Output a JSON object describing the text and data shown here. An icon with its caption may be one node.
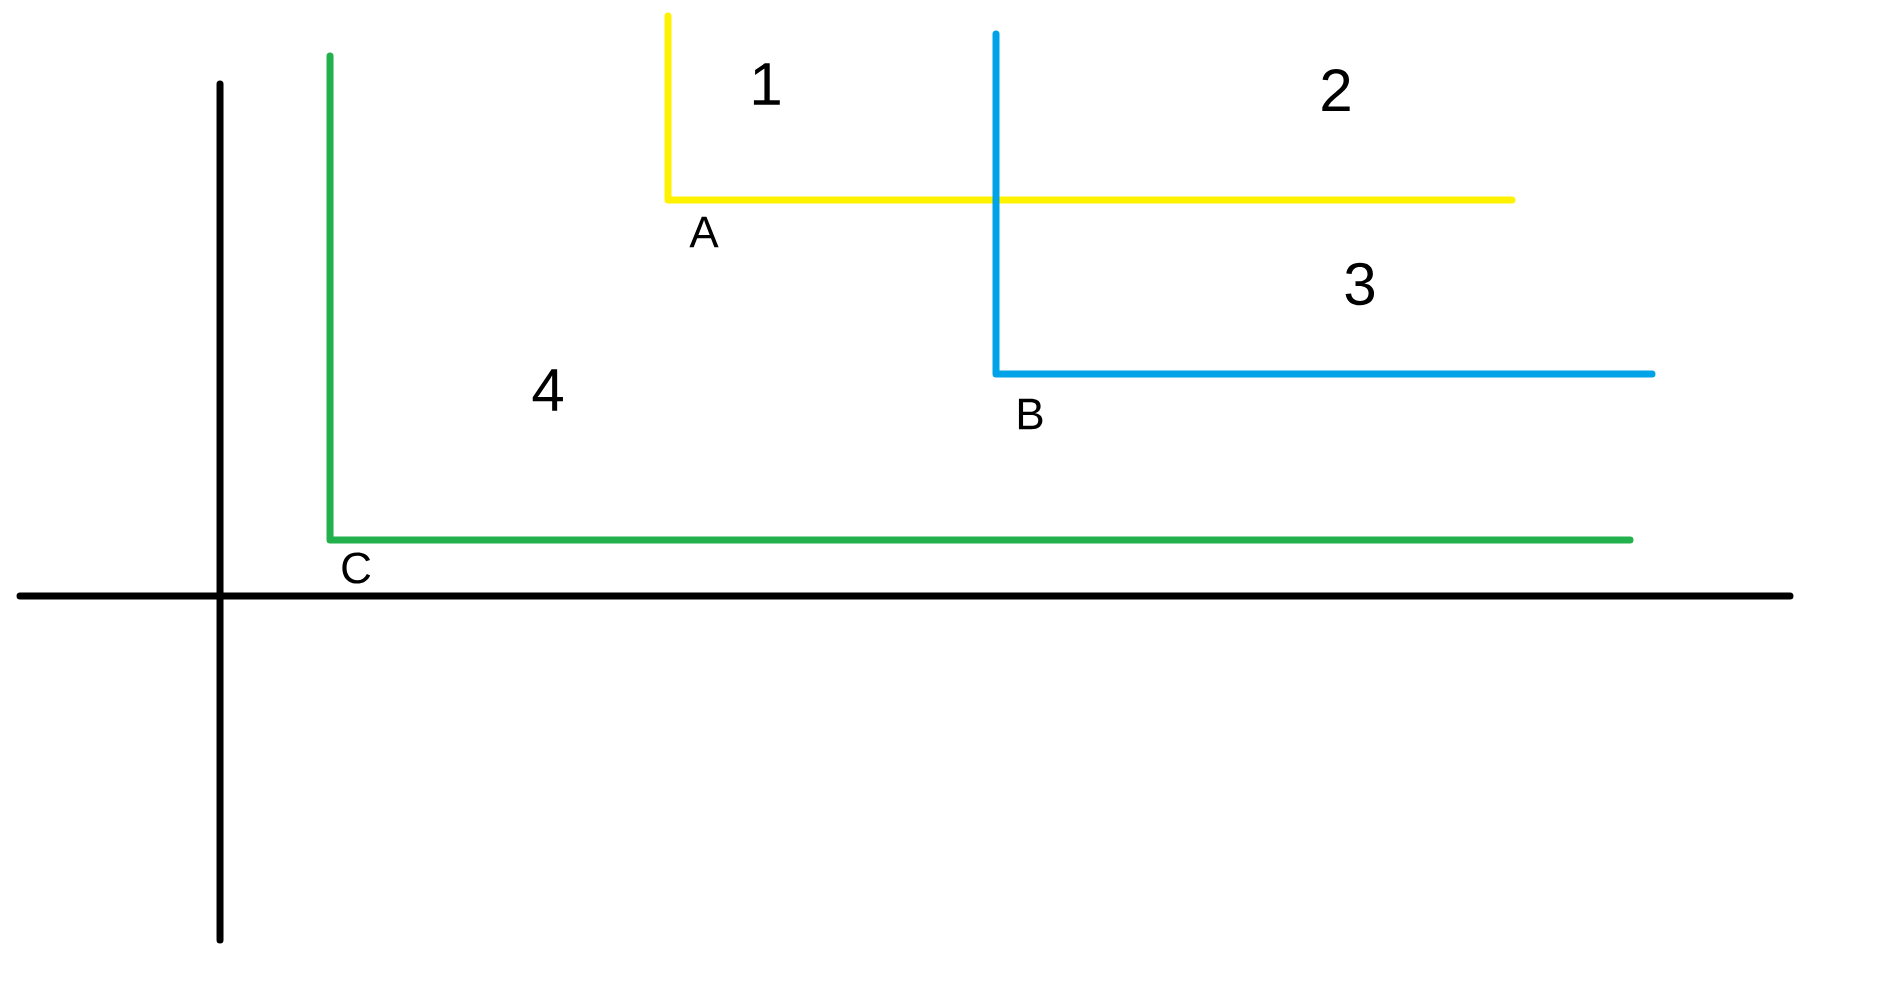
{
  "diagram": {
    "labels": [
      "1",
      "2",
      "A",
      "3",
      "4",
      "B",
      "C"
    ]
  }
}
